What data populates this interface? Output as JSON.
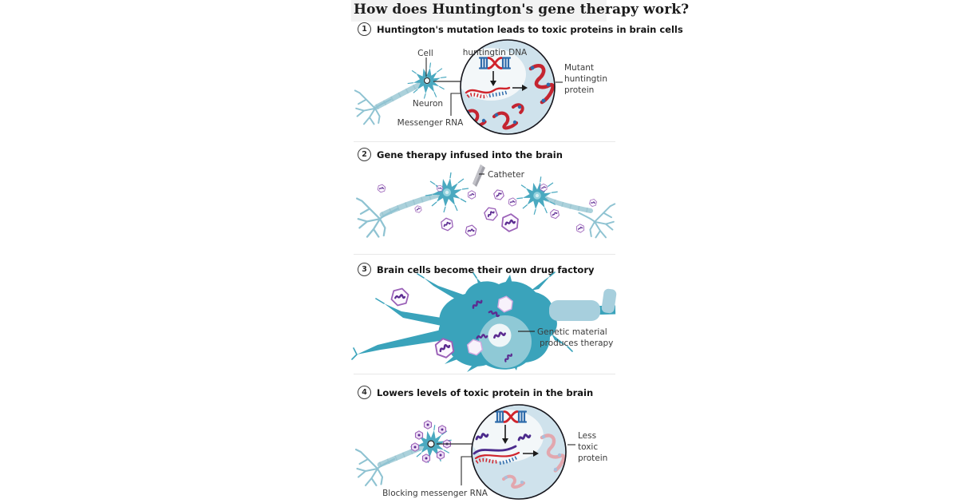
{
  "title": "How does Huntington's gene therapy work?",
  "steps": [
    {
      "number": "1",
      "heading": "Huntington's mutation leads to toxic proteins in brain cells",
      "labels": {
        "cell": "Cell",
        "neuron": "Neuron",
        "messenger_rna": "Messenger RNA",
        "huntingtin_dna": "huntingtin DNA",
        "mutant_line1": "Mutant",
        "mutant_line2": "huntingtin",
        "mutant_line3": "protein"
      }
    },
    {
      "number": "2",
      "heading": "Gene therapy infused into the brain",
      "labels": {
        "catheter": "Catheter"
      }
    },
    {
      "number": "3",
      "heading": "Brain cells become their own drug factory",
      "labels": {
        "genetic_line1": "Genetic material",
        "genetic_line2": "produces therapy"
      }
    },
    {
      "number": "4",
      "heading": "Lowers levels of toxic protein in the brain",
      "labels": {
        "blocking_mrna": "Blocking messenger RNA",
        "less_line1": "Less",
        "less_line2": "toxic",
        "less_line3": "protein"
      }
    }
  ],
  "colors": {
    "neuron_teal": "#3aa3bb",
    "neuron_light": "#abd1db",
    "cell_cytoplasm": "#cfe2ec",
    "nucleus_white": "#f3f7f9",
    "dna_blue": "#2e6bab",
    "dna_red": "#d0242c",
    "capsid_outline": "#9b62b8",
    "genetic_purple": "#5c2c91",
    "blocking_purple": "#4b2a8c",
    "faded_pink": "#e2a7ae",
    "faded_blue": "#a8bfdb",
    "divider": "#e8e8e8",
    "title_bg": "#f3f3f3"
  }
}
